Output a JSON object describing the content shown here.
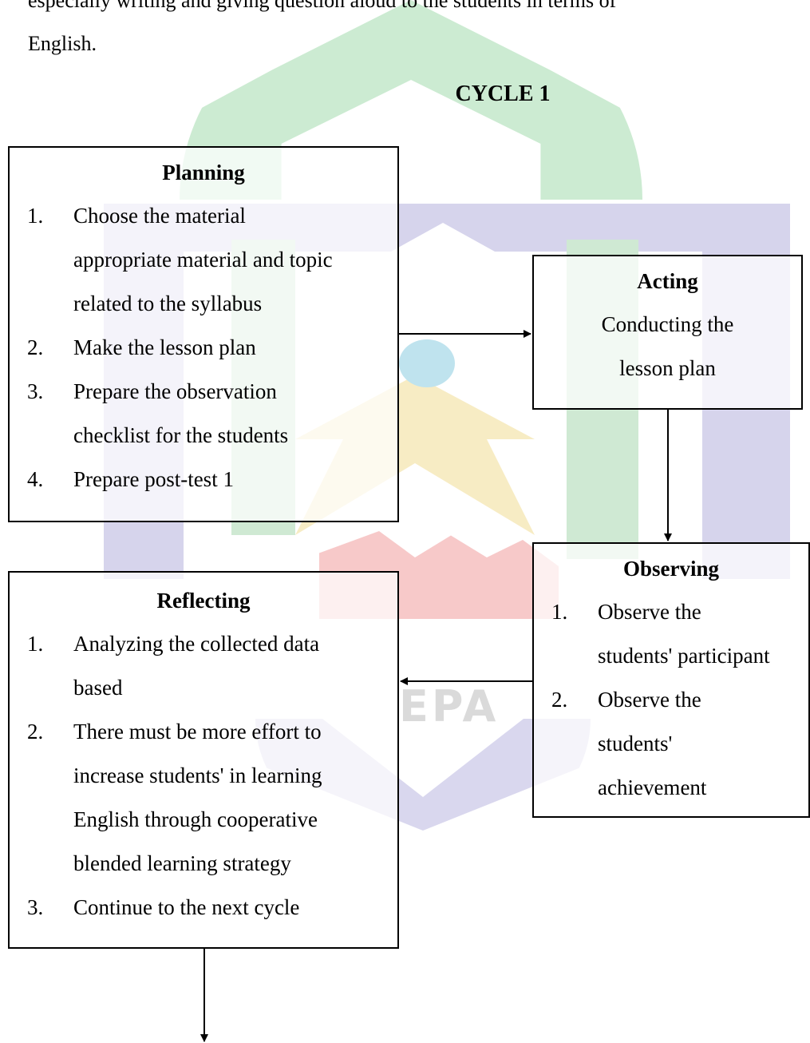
{
  "intro": {
    "line1": "especially writing and giving question aloud to the students in terms of",
    "line2": "English."
  },
  "cycle_title": "CYCLE 1",
  "planning": {
    "title": "Planning",
    "items": [
      {
        "num": "1.",
        "lines": [
          "Choose the material",
          "appropriate material and topic",
          "related to the syllabus"
        ]
      },
      {
        "num": "2.",
        "lines": [
          "Make the lesson plan"
        ]
      },
      {
        "num": "3.",
        "lines": [
          "Prepare the observation",
          "checklist for the students"
        ]
      },
      {
        "num": "4.",
        "lines": [
          "Prepare post-test 1"
        ]
      }
    ]
  },
  "acting": {
    "title": "Acting",
    "lines": [
      "Conducting the",
      "lesson plan"
    ]
  },
  "observing": {
    "title": "Observing",
    "items": [
      {
        "num": "1.",
        "lines": [
          "Observe the",
          "students' participant"
        ]
      },
      {
        "num": "2.",
        "lines": [
          "Observe the",
          "students'",
          "achievement"
        ]
      }
    ]
  },
  "reflecting": {
    "title": "Reflecting",
    "items": [
      {
        "num": "1.",
        "lines": [
          "Analyzing the collected data",
          "based"
        ]
      },
      {
        "num": "2.",
        "lines": [
          "There must be more effort to",
          "increase students' in learning",
          "English through cooperative",
          "blended learning strategy"
        ]
      },
      {
        "num": "3.",
        "lines": [
          "Continue to the next cycle"
        ]
      }
    ]
  }
}
